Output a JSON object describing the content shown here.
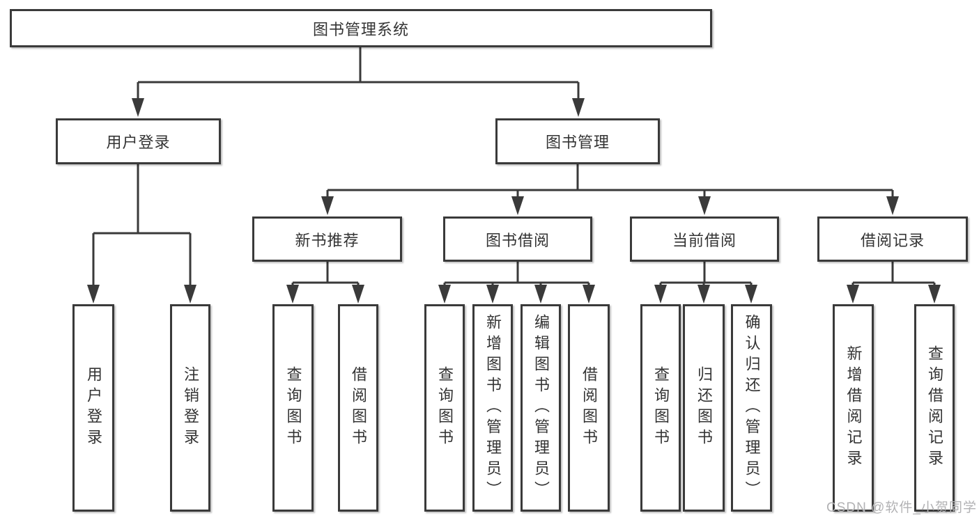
{
  "colors": {
    "line": "#3a3a3a",
    "border": "#3a3a3a",
    "text": "#333333",
    "background": "#ffffff",
    "watermark": "#b2b2b4"
  },
  "watermark": {
    "text": "CSDN @软件_小贺同学"
  },
  "nodes": {
    "root": {
      "label": "图书管理系统"
    },
    "userLogin": {
      "label": "用户登录"
    },
    "bookMgmt": {
      "label": "图书管理"
    },
    "newBooks": {
      "label": "新书推荐"
    },
    "bookBorrow": {
      "label": "图书借阅"
    },
    "currentBorrow": {
      "label": "当前借阅"
    },
    "borrowRecords": {
      "label": "借阅记录"
    },
    "leafUserLogin": {
      "label": "用户登录"
    },
    "leafLogout": {
      "label": "注销登录"
    },
    "nbQuery": {
      "label": "查询图书"
    },
    "nbBorrow": {
      "label": "借阅图书"
    },
    "bbQuery": {
      "label": "查询图书"
    },
    "bbAdd": {
      "label": "新增图书（管理员）"
    },
    "bbEdit": {
      "label": "编辑图书（管理员）"
    },
    "bbBorrow": {
      "label": "借阅图书"
    },
    "cbQuery": {
      "label": "查询图书"
    },
    "cbReturn": {
      "label": "归还图书"
    },
    "cbConfirm": {
      "label": "确认归还（管理员）"
    },
    "brAdd": {
      "label": "新增借阅记录"
    },
    "brQuery": {
      "label": "查询借阅记录"
    }
  },
  "edges": [
    [
      "root",
      "userLogin"
    ],
    [
      "root",
      "bookMgmt"
    ],
    [
      "userLogin",
      "leafUserLogin"
    ],
    [
      "userLogin",
      "leafLogout"
    ],
    [
      "bookMgmt",
      "newBooks"
    ],
    [
      "bookMgmt",
      "bookBorrow"
    ],
    [
      "bookMgmt",
      "currentBorrow"
    ],
    [
      "bookMgmt",
      "borrowRecords"
    ],
    [
      "newBooks",
      "nbQuery"
    ],
    [
      "newBooks",
      "nbBorrow"
    ],
    [
      "bookBorrow",
      "bbQuery"
    ],
    [
      "bookBorrow",
      "bbAdd"
    ],
    [
      "bookBorrow",
      "bbEdit"
    ],
    [
      "bookBorrow",
      "bbBorrow"
    ],
    [
      "currentBorrow",
      "cbQuery"
    ],
    [
      "currentBorrow",
      "cbReturn"
    ],
    [
      "currentBorrow",
      "cbConfirm"
    ],
    [
      "borrowRecords",
      "brAdd"
    ],
    [
      "borrowRecords",
      "brQuery"
    ]
  ]
}
